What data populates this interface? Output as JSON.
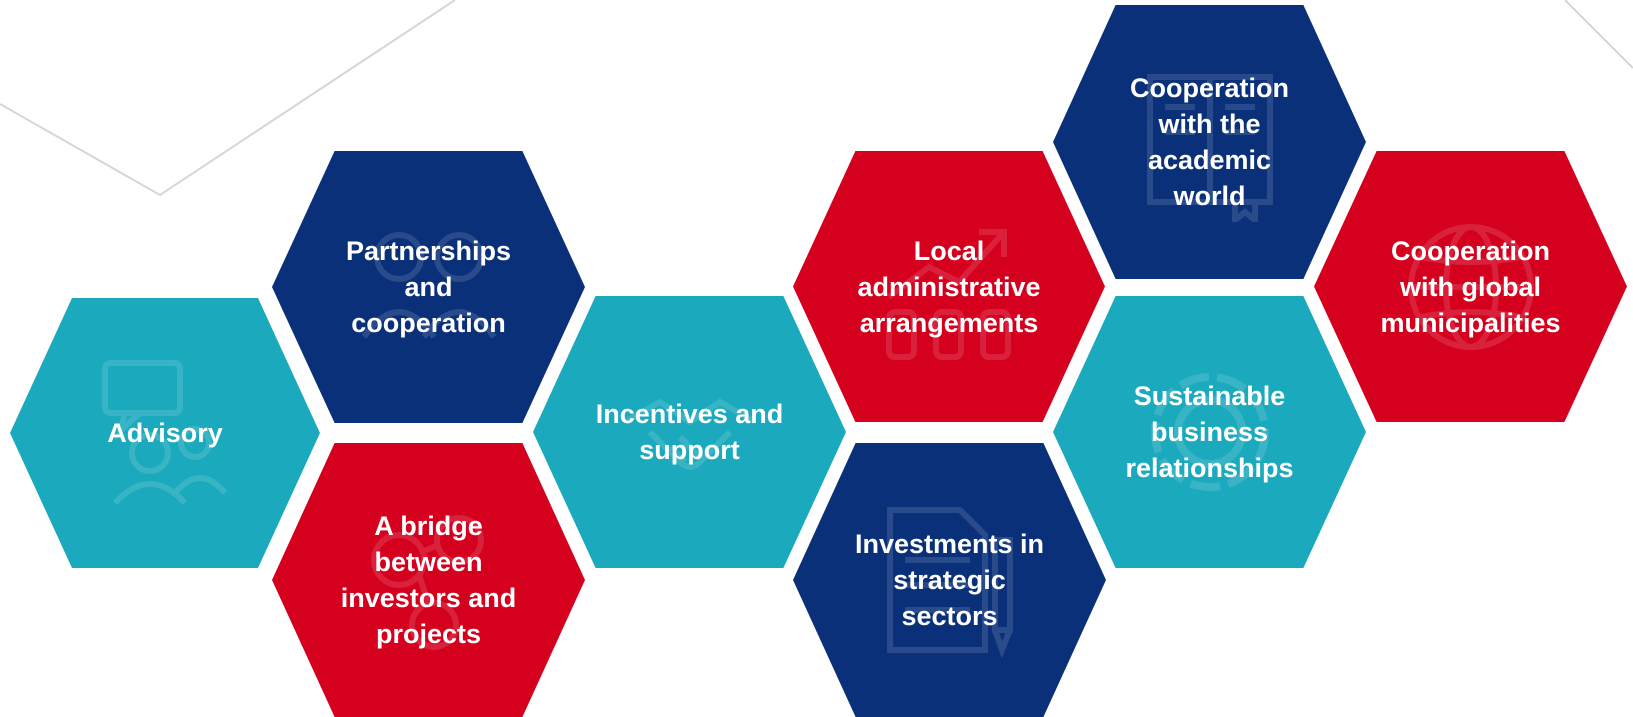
{
  "colors": {
    "teal": "#1AA9BD",
    "navy": "#0A3079",
    "red": "#D4001E",
    "background": "#FFFFFF",
    "line": "#D6D6D6"
  },
  "hexagons": [
    {
      "id": "advisory",
      "label": "Advisory",
      "color": "teal",
      "icon": "chat-people-icon"
    },
    {
      "id": "partnerships",
      "label": "Partnerships\nand\ncooperation",
      "color": "navy",
      "icon": "people-icon"
    },
    {
      "id": "bridge",
      "label": "A bridge between\ninvestors and\nprojects",
      "color": "red",
      "icon": "network-icon"
    },
    {
      "id": "incentives",
      "label": "Incentives and\nsupport",
      "color": "teal",
      "icon": "handshake-icon"
    },
    {
      "id": "local-admin",
      "label": "Local\nadministrative\narrangements",
      "color": "red",
      "icon": "growth-chart-icon"
    },
    {
      "id": "investments",
      "label": "Investments in\nstrategic\nsectors",
      "color": "navy",
      "icon": "document-pen-icon"
    },
    {
      "id": "academic",
      "label": "Cooperation\nwith the\nacademic world",
      "color": "navy",
      "icon": "book-icon"
    },
    {
      "id": "sustainable",
      "label": "Sustainable\nbusiness\nrelationships",
      "color": "teal",
      "icon": "cycle-icon"
    },
    {
      "id": "municipalities",
      "label": "Cooperation\nwith global\nmunicipalities",
      "color": "red",
      "icon": "globe-icon"
    }
  ]
}
